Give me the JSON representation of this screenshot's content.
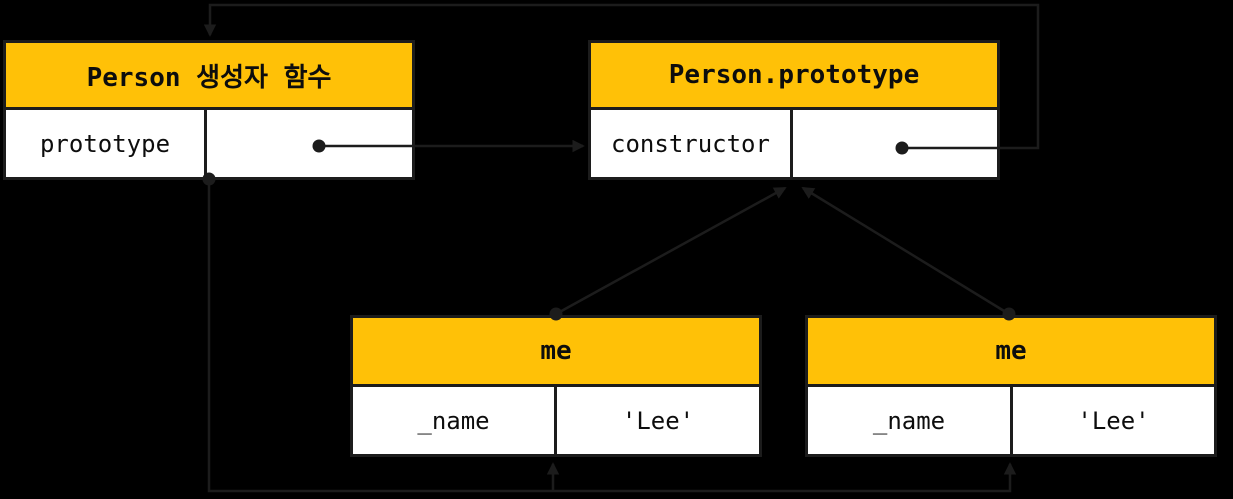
{
  "diagram": {
    "title_hint": "JavaScript prototype chain diagram",
    "background": "#000000",
    "colors": {
      "header_fill": "#ffc107",
      "cell_fill": "#ffffff",
      "line": "#1c1c1c",
      "text": "#0d0d0d"
    },
    "boxes": {
      "person": {
        "title": "Person 생성자 함수",
        "key": "prototype",
        "value": ""
      },
      "prototype": {
        "title": "Person.prototype",
        "key": "constructor",
        "value": ""
      },
      "me1": {
        "title": "me",
        "key": "_name",
        "value": "'Lee'"
      },
      "me2": {
        "title": "me",
        "key": "_name",
        "value": "'Lee'"
      }
    },
    "connectors": [
      {
        "name": "prototype-ref-arrow",
        "from": "Person 생성자 함수 / prototype slot",
        "to": "Person.prototype box",
        "style": "dot-origin, arrowhead-end"
      },
      {
        "name": "constructor-ref-arrow",
        "from": "Person.prototype / constructor slot",
        "to": "Person 생성자 함수 box (loops over top)",
        "style": "dot-origin, arrowhead-end"
      },
      {
        "name": "me1-proto-link",
        "from": "me (left) top",
        "to": "Person.prototype bottom",
        "style": "dot-origin, arrowhead-end"
      },
      {
        "name": "me2-proto-link",
        "from": "me (right) top",
        "to": "Person.prototype bottom",
        "style": "dot-origin, arrowhead-end"
      },
      {
        "name": "person-instances-link",
        "from": "Person 생성자 함수 bottom",
        "to": "me (left) bottom and me (right) bottom (routes under diagram)",
        "style": "dot-origin, arrowhead-ends"
      }
    ]
  }
}
